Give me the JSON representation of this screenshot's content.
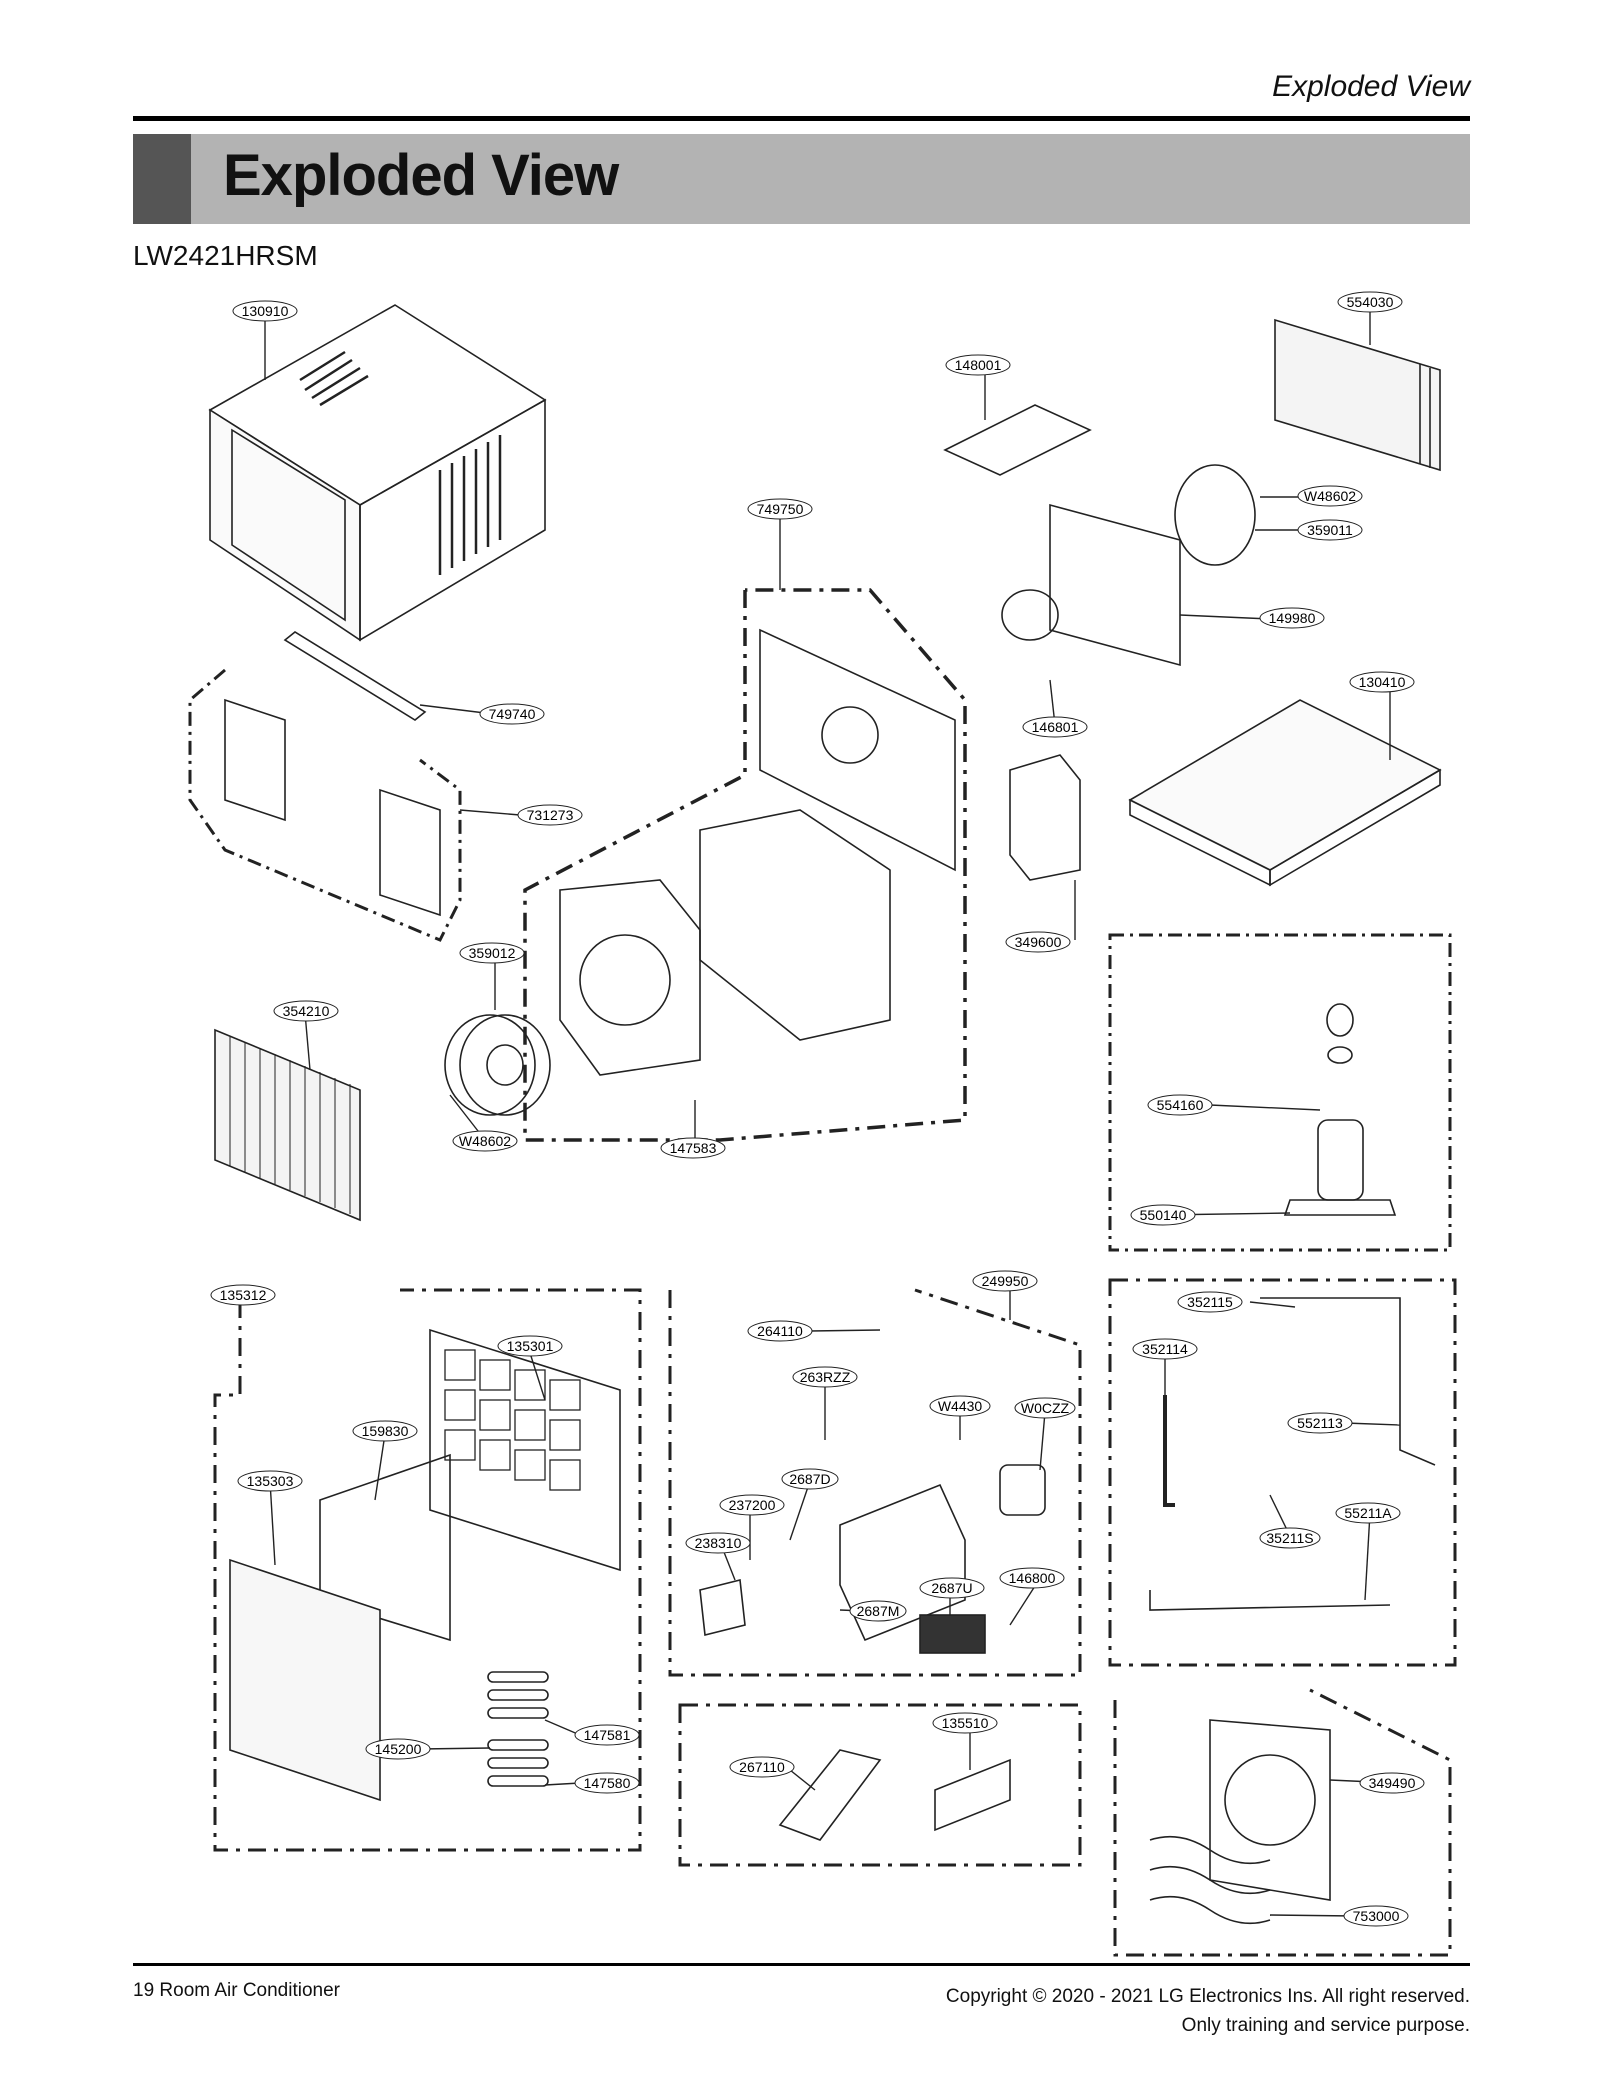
{
  "header": {
    "running_title": "Exploded View",
    "section_title": "Exploded View",
    "model": "LW2421HRSM"
  },
  "parts": [
    {
      "id": "p130910",
      "label": "130910"
    },
    {
      "id": "p554030",
      "label": "554030"
    },
    {
      "id": "p148001",
      "label": "148001"
    },
    {
      "id": "p749750",
      "label": "749750"
    },
    {
      "id": "pW48602a",
      "label": "W48602"
    },
    {
      "id": "p359011",
      "label": "359011"
    },
    {
      "id": "p149980",
      "label": "149980"
    },
    {
      "id": "p130410",
      "label": "130410"
    },
    {
      "id": "p749740",
      "label": "749740"
    },
    {
      "id": "p146801",
      "label": "146801"
    },
    {
      "id": "p731273",
      "label": "731273"
    },
    {
      "id": "p349600",
      "label": "349600"
    },
    {
      "id": "p359012",
      "label": "359012"
    },
    {
      "id": "p354210",
      "label": "354210"
    },
    {
      "id": "p554160",
      "label": "554160"
    },
    {
      "id": "pW48602b",
      "label": "W48602"
    },
    {
      "id": "p147583",
      "label": "147583"
    },
    {
      "id": "p550140",
      "label": "550140"
    },
    {
      "id": "p135312",
      "label": "135312"
    },
    {
      "id": "p249950",
      "label": "249950"
    },
    {
      "id": "p352115",
      "label": "352115"
    },
    {
      "id": "p135301",
      "label": "135301"
    },
    {
      "id": "p264110",
      "label": "264110"
    },
    {
      "id": "p352114",
      "label": "352114"
    },
    {
      "id": "p263RZZ",
      "label": "263RZZ"
    },
    {
      "id": "pW4430",
      "label": "W4430"
    },
    {
      "id": "pW0CZZ",
      "label": "W0CZZ"
    },
    {
      "id": "p552113",
      "label": "552113"
    },
    {
      "id": "p159830",
      "label": "159830"
    },
    {
      "id": "p135303",
      "label": "135303"
    },
    {
      "id": "p2687D",
      "label": "2687D"
    },
    {
      "id": "p237200",
      "label": "237200"
    },
    {
      "id": "p55211A",
      "label": "55211A"
    },
    {
      "id": "p35211S",
      "label": "35211S"
    },
    {
      "id": "p238310",
      "label": "238310"
    },
    {
      "id": "p146800",
      "label": "146800"
    },
    {
      "id": "p2687U",
      "label": "2687U"
    },
    {
      "id": "p2687M",
      "label": "2687M"
    },
    {
      "id": "p135510",
      "label": "135510"
    },
    {
      "id": "p147581",
      "label": "147581"
    },
    {
      "id": "p145200",
      "label": "145200"
    },
    {
      "id": "p267110",
      "label": "267110"
    },
    {
      "id": "p349490",
      "label": "349490"
    },
    {
      "id": "p147580",
      "label": "147580"
    },
    {
      "id": "p753000",
      "label": "753000"
    }
  ],
  "footer": {
    "page_label": "19  Room Air Conditioner",
    "copyright": "Copyright © 2020 - 2021 LG Electronics Ins. All right reserved.",
    "purpose": "Only training and service purpose."
  }
}
